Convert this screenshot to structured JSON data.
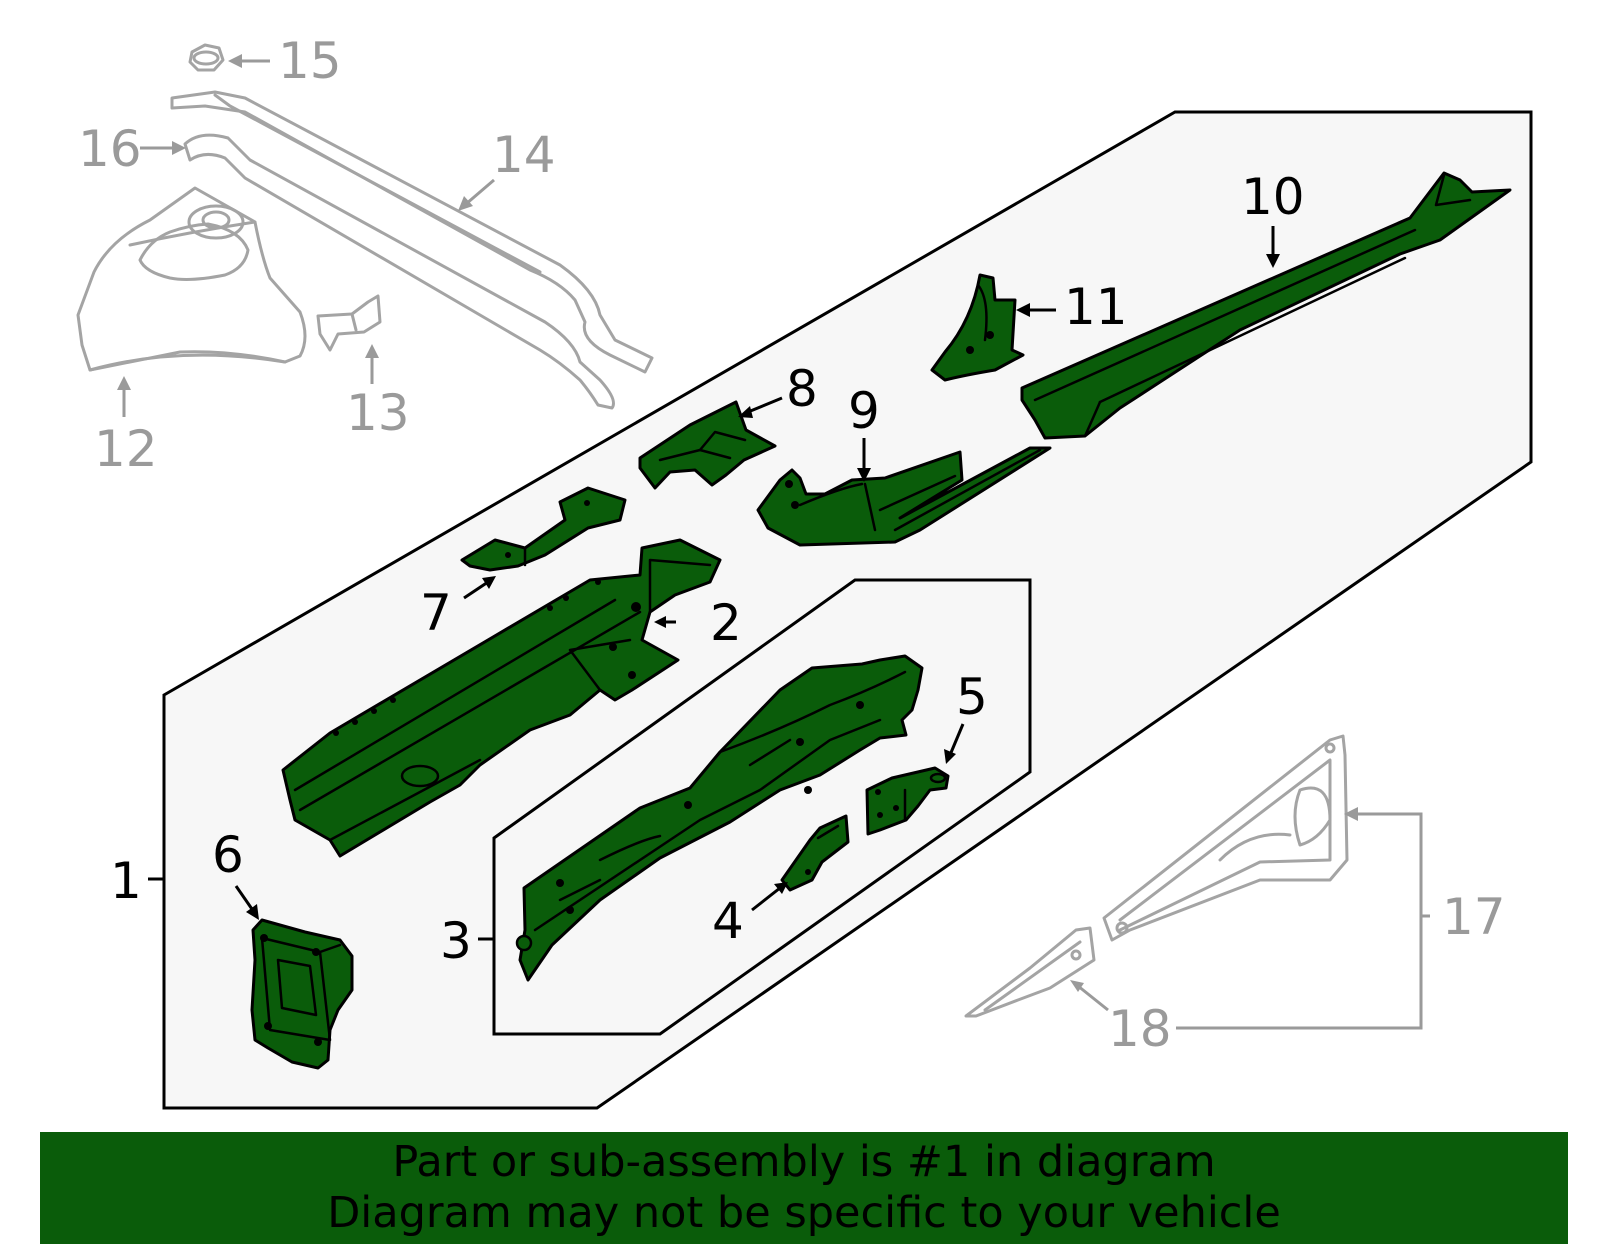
{
  "callouts": {
    "c1": "1",
    "c2": "2",
    "c3": "3",
    "c4": "4",
    "c5": "5",
    "c6": "6",
    "c7": "7",
    "c8": "8",
    "c9": "9",
    "c10": "10",
    "c11": "11",
    "c12": "12",
    "c13": "13",
    "c14": "14",
    "c15": "15",
    "c16": "16",
    "c17": "17",
    "c18": "18"
  },
  "colors": {
    "highlight_part": "#0a5c0a",
    "banner_background": "#0a5c0a",
    "assembly_box_fill": "#f7f7f7",
    "unrelated_part_outline": "#a4a4a4"
  },
  "banner": {
    "line1": "Part or sub-assembly is #1 in diagram",
    "line2": "Diagram may not be specific to your vehicle"
  }
}
